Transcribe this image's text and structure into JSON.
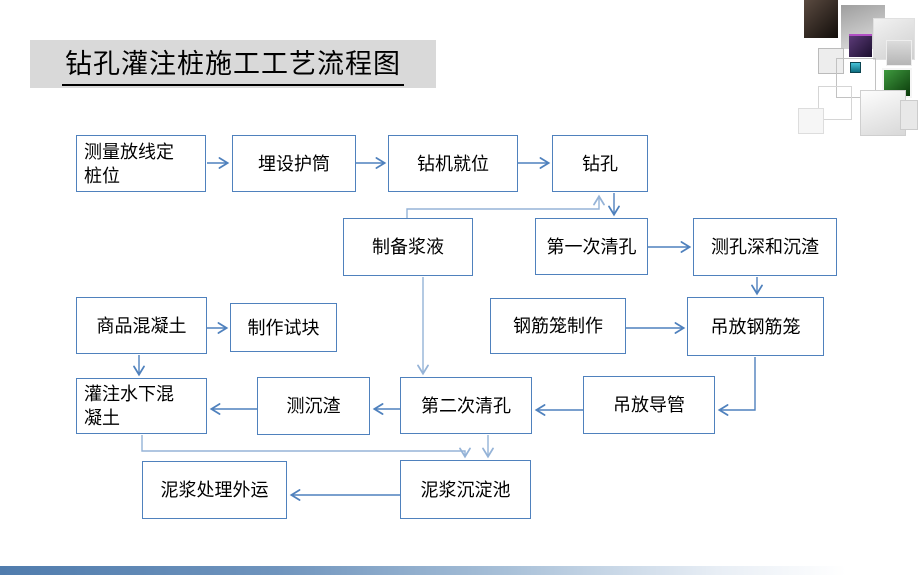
{
  "title": {
    "text": "钻孔灌注桩施工工艺流程图"
  },
  "colors": {
    "box_border": "#4f81bd",
    "connector": "#4f81bd",
    "connector_light": "#95b3d7",
    "title_background": "#d9d9d9",
    "footer_bar_left": "#507cad",
    "footer_bar_right": "#ffffff"
  },
  "flowchart": {
    "nodes": {
      "survey": {
        "line1": "测量放线定",
        "line2": "桩位"
      },
      "casing": {
        "label": "埋设护筒"
      },
      "rig": {
        "label": "钻机就位"
      },
      "drill": {
        "label": "钻孔"
      },
      "slurry": {
        "label": "制备浆液"
      },
      "clean1": {
        "label": "第一次清孔"
      },
      "depth": {
        "label": "测孔深和沉渣"
      },
      "concrete": {
        "label": "商品混凝土"
      },
      "testblock": {
        "label": "制作试块"
      },
      "cage_make": {
        "label": "钢筋笼制作"
      },
      "cage_place": {
        "label": "吊放钢筋笼"
      },
      "pour": {
        "line1": "灌注水下混",
        "line2": "凝土"
      },
      "sediment": {
        "label": "测沉渣"
      },
      "clean2": {
        "label": "第二次清孔"
      },
      "tremie": {
        "label": "吊放导管"
      },
      "mud_out": {
        "label": "泥浆处理外运"
      },
      "mud_pond": {
        "label": "泥浆沉淀池"
      }
    }
  }
}
